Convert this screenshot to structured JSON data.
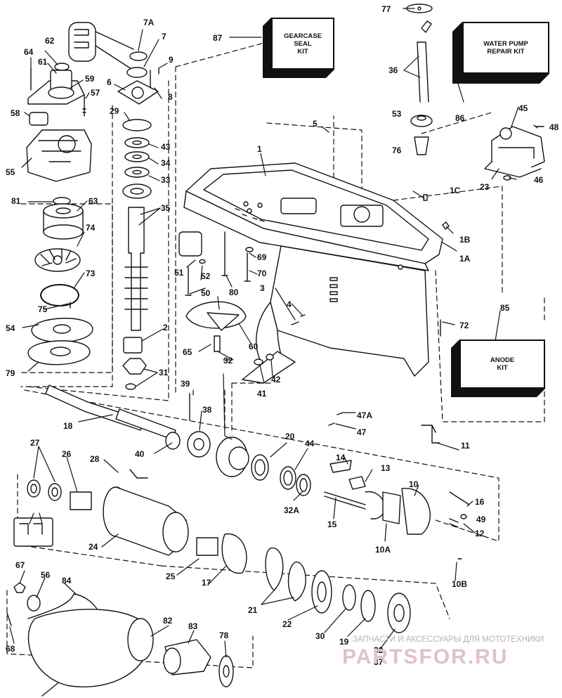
{
  "kits": {
    "gearcase_seal": [
      "GEARCASE",
      "SEAL",
      "KIT"
    ],
    "water_pump": [
      "WATER PUMP",
      "REPAIR KIT"
    ],
    "anode": [
      "ANODE",
      "KIT"
    ]
  },
  "callouts": [
    "1",
    "1A",
    "1B",
    "1C",
    "2",
    "3",
    "4",
    "5",
    "6",
    "7",
    "7A",
    "8",
    "9",
    "10",
    "10A",
    "10B",
    "11",
    "12",
    "13",
    "14",
    "15",
    "16",
    "17",
    "18",
    "19",
    "20",
    "21",
    "22",
    "23",
    "24",
    "25",
    "26",
    "27",
    "28",
    "29",
    "30",
    "31",
    "32",
    "32A",
    "33",
    "34",
    "35",
    "36",
    "37",
    "38",
    "39",
    "40",
    "41",
    "42",
    "43",
    "44",
    "45",
    "46",
    "47",
    "47A",
    "48",
    "49",
    "50",
    "51",
    "52",
    "53",
    "54",
    "55",
    "56",
    "57",
    "58",
    "59",
    "60",
    "61",
    "62",
    "63",
    "64",
    "65",
    "67",
    "68",
    "69",
    "70",
    "72",
    "73",
    "74",
    "75",
    "76",
    "77",
    "78",
    "79",
    "80",
    "81",
    "82",
    "83",
    "84",
    "85",
    "86",
    "87"
  ],
  "watermark": {
    "caption": "ЗАПЧАСТИ И АКСЕССУАРЫ ДЛЯ МОТОТЕХНИКИ",
    "brand": "PARTSFOR.RU"
  }
}
